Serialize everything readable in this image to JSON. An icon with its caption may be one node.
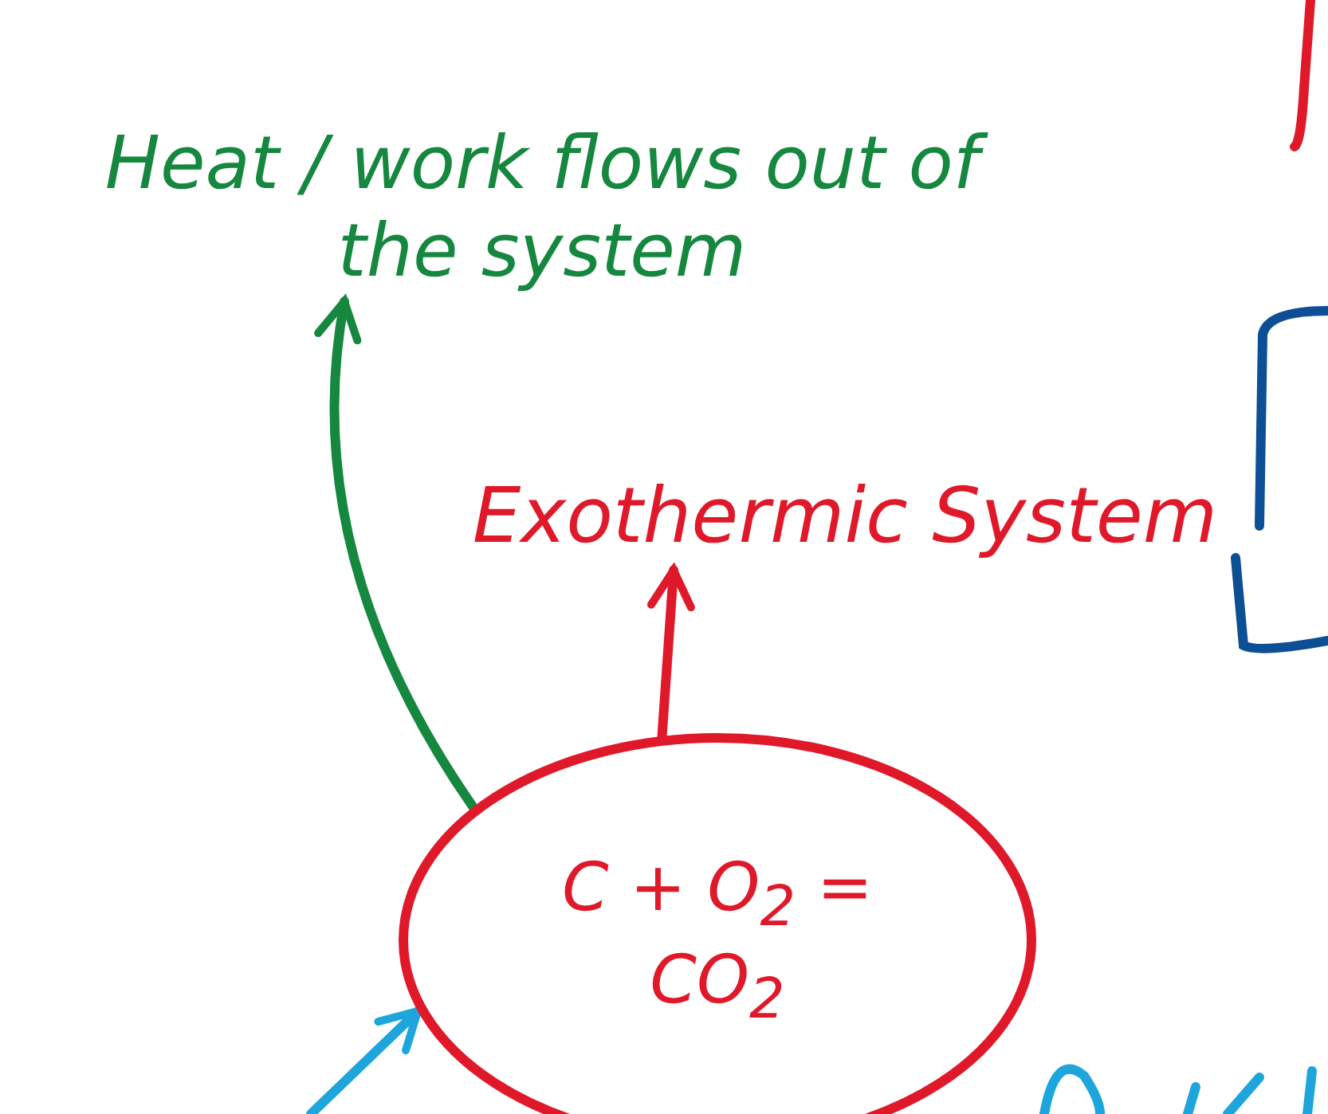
{
  "diagram": {
    "nodes": [
      {
        "text": [
          "Heat / work flows out of the system"
        ]
      },
      {
        "text": [
          "Exothermic System"
        ]
      },
      {
        "text": [
          "C + O$_{2}$ = CO$_{2}$"
        ]
      }
    ],
    "edges": [
      {
        "from": 2,
        "to": 0,
        "arrow": "to",
        "color": "#15873f"
      },
      {
        "from": 2,
        "to": 1,
        "arrow": "to",
        "color": "#e0192a"
      },
      {
        "from": null,
        "to": 2,
        "arrow": "to",
        "color": "#1ea6dc"
      }
    ]
  }
}
